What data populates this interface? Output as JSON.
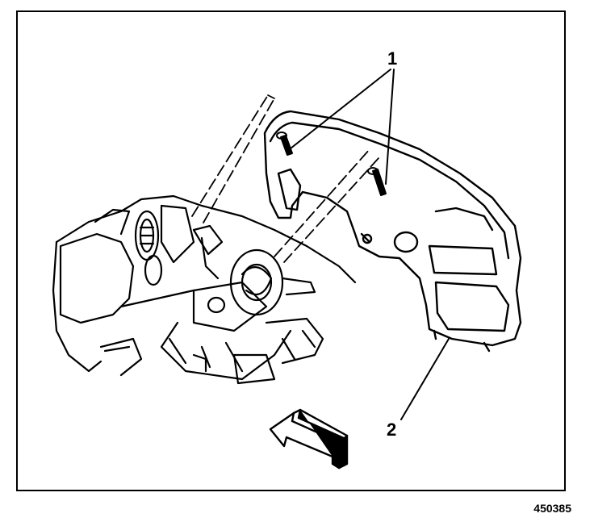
{
  "diagram": {
    "callouts": [
      {
        "id": "1",
        "label": "1"
      },
      {
        "id": "2",
        "label": "2"
      }
    ],
    "figure_number": "450385"
  },
  "colors": {
    "line": "#000000",
    "fill": "#ffffff"
  }
}
